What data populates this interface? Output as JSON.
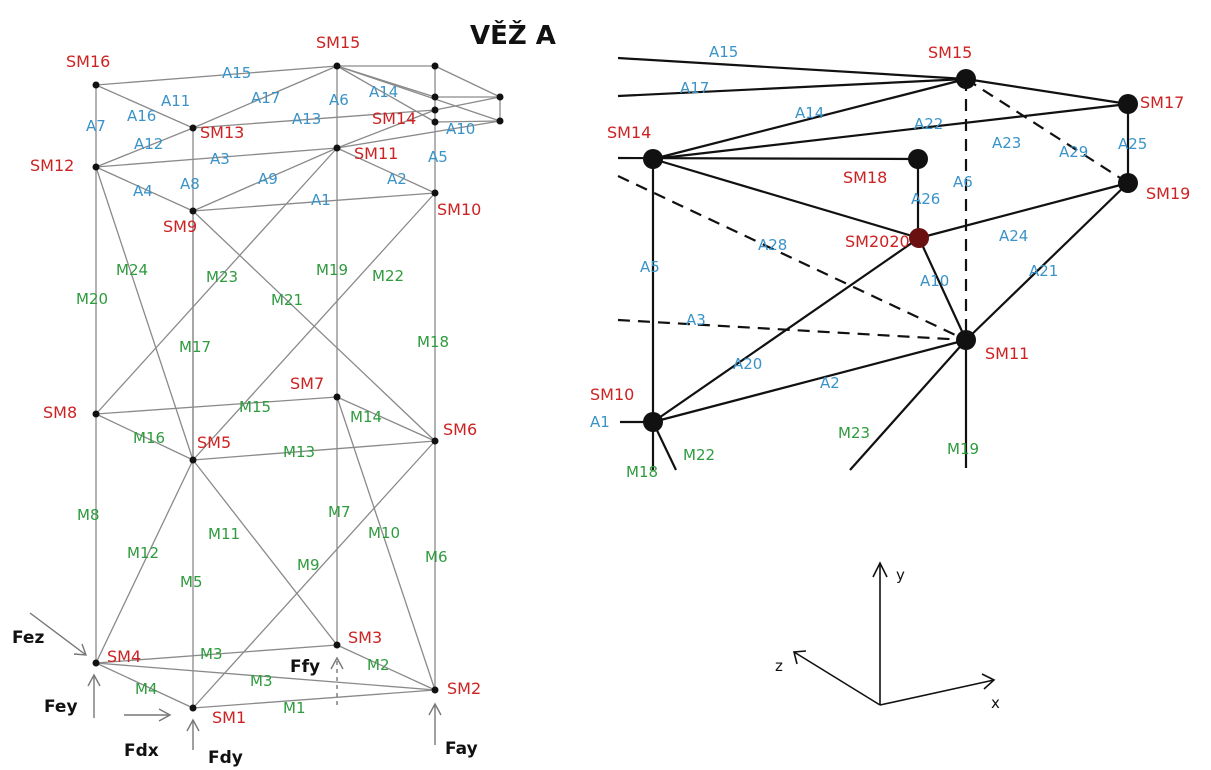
{
  "title": "VĚŽ A",
  "left_view": {
    "nodes": [
      "SM1",
      "SM2",
      "SM3",
      "SM4",
      "SM5",
      "SM6",
      "SM7",
      "SM8",
      "SM9",
      "SM10",
      "SM11",
      "SM12",
      "SM13",
      "SM14",
      "SM15",
      "SM16"
    ],
    "members": [
      "M1",
      "M2",
      "M3",
      "M3",
      "M4",
      "M5",
      "M6",
      "M7",
      "M8",
      "M9",
      "M10",
      "M11",
      "M12",
      "M13",
      "M14",
      "M15",
      "M16",
      "M17",
      "M18",
      "M19",
      "M20",
      "M21",
      "M22",
      "M23",
      "M24"
    ],
    "bars": [
      "A1",
      "A2",
      "A3",
      "A4",
      "A5",
      "A6",
      "A7",
      "A8",
      "A9",
      "A10",
      "A11",
      "A12",
      "A13",
      "A14",
      "A15",
      "A16",
      "A17"
    ],
    "forces": [
      "Fez",
      "Fey",
      "Fdx",
      "Fdy",
      "Ffy",
      "Fay"
    ]
  },
  "right_view": {
    "nodes": [
      "SM15",
      "SM17",
      "SM14",
      "SM18",
      "SM19",
      "SM2020",
      "SM11",
      "SM10"
    ],
    "members": [
      "M18",
      "M22",
      "M23",
      "M19"
    ],
    "bars": [
      "A15",
      "A17",
      "A14",
      "A22",
      "A23",
      "A29",
      "A25",
      "A6",
      "A26",
      "A28",
      "A24",
      "A5",
      "A10",
      "A21",
      "A3",
      "A20",
      "A2",
      "A1"
    ]
  },
  "axes": {
    "y": "y",
    "z": "z",
    "x": "x"
  }
}
